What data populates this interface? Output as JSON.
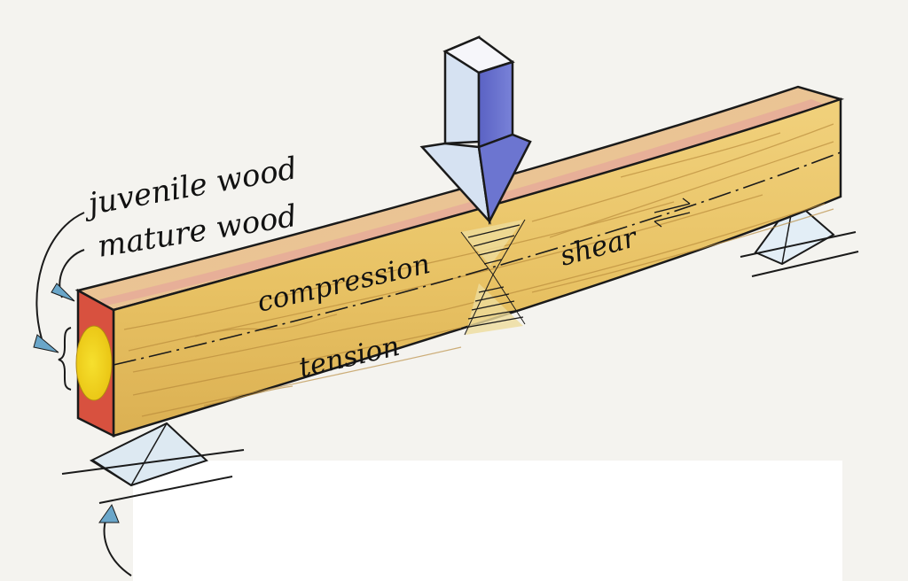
{
  "labels": {
    "juvenile_wood": "juvenile wood",
    "mature_wood": "mature wood",
    "compression": "compression",
    "tension": "tension",
    "shear": "shear"
  },
  "colors": {
    "paper": "#f4f3ef",
    "wood_face": "#e8c46c",
    "wood_top": "#e8b98a",
    "wood_top_stripe": "#e6a89a",
    "end_grain": "#d8513f",
    "juvenile_core": "#f0d21c",
    "arrow_blue": "#6c75d0",
    "arrow_light": "#d6e2f2",
    "support_fill": "#dde9f2",
    "leader_arrow": "#6aa6c9",
    "outline": "#1a1a1a"
  },
  "icons": {
    "load": "down-arrow",
    "supports": "triangle",
    "shear_pointer": "half-arrow-pair"
  }
}
